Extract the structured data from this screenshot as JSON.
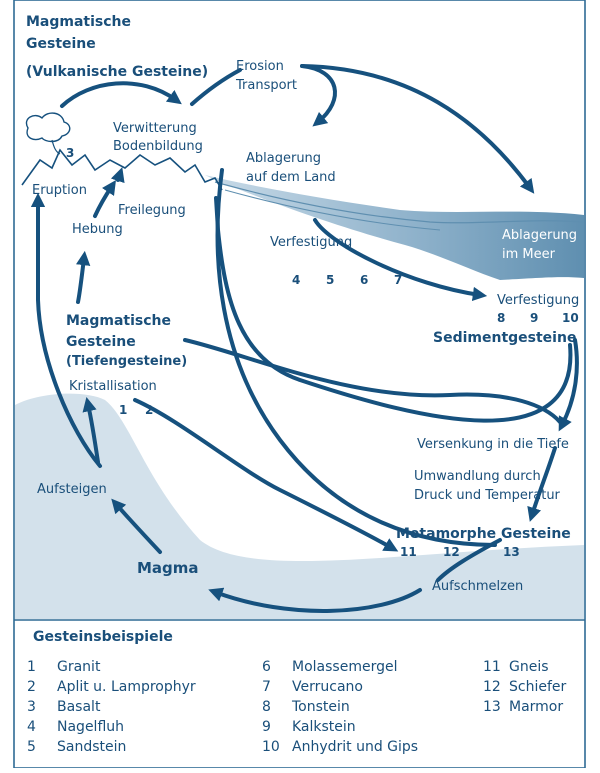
{
  "labels": {
    "magm_volc_1": "Magmatische",
    "magm_volc_2": "Gesteine",
    "magm_volc_3": "(Vulkanische Gesteine)",
    "erosion": "Erosion",
    "transport": "Transport",
    "verwitterung": "Verwitterung",
    "bodenbildung": "Bodenbildung",
    "ablagerung_land_1": "Ablagerung",
    "ablagerung_land_2": "auf dem Land",
    "eruption": "Eruption",
    "freilegung": "Freilegung",
    "hebung": "Hebung",
    "verfestigung_1": "Verfestigung",
    "ablagerung_meer_1": "Ablagerung",
    "ablagerung_meer_2": "im Meer",
    "verfestigung_2": "Verfestigung",
    "sediment": "Sedimentgesteine",
    "magm_tief_1": "Magmatische",
    "magm_tief_2": "Gesteine",
    "magm_tief_3": "(Tiefengesteine)",
    "kristallisation": "Kristallisation",
    "versenkung": "Versenkung in die Tiefe",
    "umwandlung_1": "Umwandlung durch",
    "umwandlung_2": "Druck und Temperatur",
    "aufsteigen": "Aufsteigen",
    "metamorph": "Metamorphe Gesteine",
    "magma": "Magma",
    "aufschmelzen": "Aufschmelzen"
  },
  "numbers": {
    "n3": "3",
    "n4": "4",
    "n5": "5",
    "n6": "6",
    "n7": "7",
    "n8": "8",
    "n9": "9",
    "n10": "10",
    "n1": "1",
    "n2": "2",
    "n11": "11",
    "n12": "12",
    "n13": "13"
  },
  "legend": {
    "title": "Gesteinsbeispiele",
    "items": [
      {
        "num": "1",
        "name": "Granit"
      },
      {
        "num": "2",
        "name": "Aplit u. Lamprophyr"
      },
      {
        "num": "3",
        "name": "Basalt"
      },
      {
        "num": "4",
        "name": "Nagelfluh"
      },
      {
        "num": "5",
        "name": "Sandstein"
      },
      {
        "num": "6",
        "name": "Molassemergel"
      },
      {
        "num": "7",
        "name": "Verrucano"
      },
      {
        "num": "8",
        "name": "Tonstein"
      },
      {
        "num": "9",
        "name": "Kalkstein"
      },
      {
        "num": "10",
        "name": "Anhydrit und Gips"
      },
      {
        "num": "11",
        "name": "Gneis"
      },
      {
        "num": "12",
        "name": "Schiefer"
      },
      {
        "num": "13",
        "name": "Marmor"
      }
    ]
  },
  "colors": {
    "text": "#1a4f7a",
    "arrow": "#16517e",
    "border": "#2e6a94",
    "sea_dark": "#5f8fb0",
    "sea_light": "#c9dbe8",
    "underground": "#d3e1eb"
  }
}
